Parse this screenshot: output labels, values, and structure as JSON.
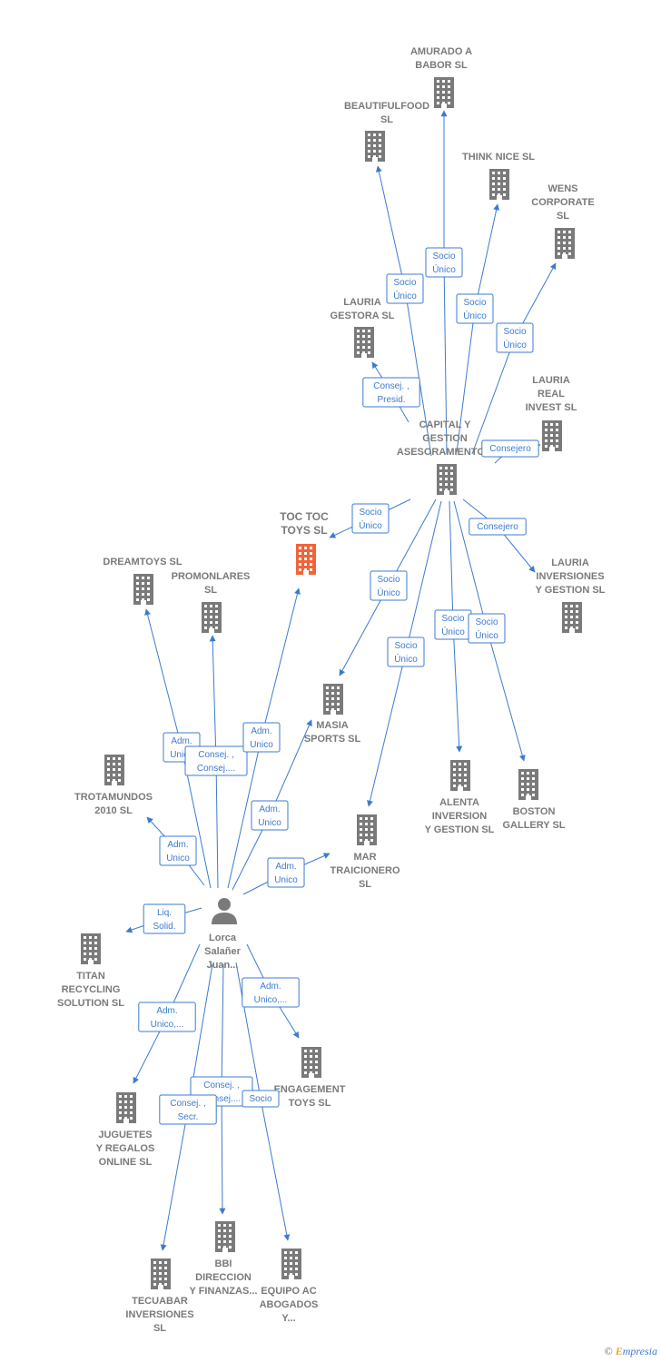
{
  "nodes": [
    {
      "id": "amurado",
      "type": "company",
      "label": [
        "AMURADO A",
        "BABOR  SL"
      ]
    },
    {
      "id": "beautifulfood",
      "type": "company",
      "label": [
        "BEAUTIFULFOOD",
        "SL"
      ]
    },
    {
      "id": "thinknice",
      "type": "company",
      "label": [
        "THINK NICE  SL"
      ]
    },
    {
      "id": "wens",
      "type": "company",
      "label": [
        "WENS",
        "CORPORATE",
        "SL"
      ]
    },
    {
      "id": "lauriagestora",
      "type": "company",
      "label": [
        "LAURIA",
        "GESTORA  SL"
      ]
    },
    {
      "id": "lauriareal",
      "type": "company",
      "label": [
        "LAURIA",
        "REAL",
        "INVEST  SL"
      ]
    },
    {
      "id": "capital",
      "type": "company",
      "label": [
        "CAPITAL Y",
        "GESTION",
        "ASESORAMIENTO..."
      ]
    },
    {
      "id": "toctoc",
      "type": "company",
      "focus": true,
      "label": [
        "TOC TOC",
        "TOYS  SL"
      ]
    },
    {
      "id": "dreamtoys",
      "type": "company",
      "label": [
        "DREAMTOYS SL"
      ]
    },
    {
      "id": "promonlares",
      "type": "company",
      "label": [
        "PROMONLARES",
        "SL"
      ]
    },
    {
      "id": "lauriainv",
      "type": "company",
      "label": [
        "LAURIA",
        "INVERSIONES",
        "Y GESTION  SL"
      ]
    },
    {
      "id": "masia",
      "type": "company",
      "label": [
        "MASIA",
        "SPORTS  SL"
      ]
    },
    {
      "id": "trotamundos",
      "type": "company",
      "label": [
        "TROTAMUNDOS",
        "2010 SL"
      ]
    },
    {
      "id": "alenta",
      "type": "company",
      "label": [
        "ALENTA",
        "INVERSION",
        "Y GESTION  SL"
      ]
    },
    {
      "id": "boston",
      "type": "company",
      "label": [
        "BOSTON",
        "GALLERY  SL"
      ]
    },
    {
      "id": "mar",
      "type": "company",
      "label": [
        "MAR",
        "TRAICIONERO",
        "SL"
      ]
    },
    {
      "id": "lorca",
      "type": "person",
      "label": [
        "Lorca",
        "Salañer",
        "Juan..."
      ]
    },
    {
      "id": "titan",
      "type": "company",
      "label": [
        "TITAN",
        "RECYCLING",
        "SOLUTION  SL"
      ]
    },
    {
      "id": "engagement",
      "type": "company",
      "label": [
        "ENGAGEMENT",
        "TOYS  SL"
      ]
    },
    {
      "id": "juguetes",
      "type": "company",
      "label": [
        "JUGUETES",
        "Y REGALOS",
        "ONLINE  SL"
      ]
    },
    {
      "id": "bbi",
      "type": "company",
      "label": [
        "BBI",
        "DIRECCION",
        "Y FINANZAS..."
      ]
    },
    {
      "id": "equipo",
      "type": "company",
      "label": [
        "EQUIPO AC",
        "ABOGADOS",
        "Y..."
      ]
    },
    {
      "id": "tecuabar",
      "type": "company",
      "label": [
        "TECUABAR",
        "INVERSIONES",
        "SL"
      ]
    }
  ],
  "edges": [
    {
      "from": "capital",
      "to": "amurado",
      "label": [
        "Socio",
        "Único"
      ]
    },
    {
      "from": "capital",
      "to": "beautifulfood",
      "label": [
        "Socio",
        "Único"
      ]
    },
    {
      "from": "capital",
      "to": "thinknice",
      "label": [
        "Socio",
        "Único"
      ]
    },
    {
      "from": "capital",
      "to": "wens",
      "label": [
        "Socio",
        "Único"
      ]
    },
    {
      "from": "capital",
      "to": "lauriagestora",
      "label": [
        "Consej. ,",
        "Presid."
      ]
    },
    {
      "from": "capital",
      "to": "lauriareal",
      "label": [
        "Consejero"
      ]
    },
    {
      "from": "capital",
      "to": "toctoc",
      "label": [
        "Socio",
        "Único"
      ]
    },
    {
      "from": "capital",
      "to": "lauriainv",
      "label": [
        "Consejero"
      ]
    },
    {
      "from": "capital",
      "to": "masia",
      "label": [
        "Socio",
        "Único"
      ]
    },
    {
      "from": "capital",
      "to": "mar",
      "label": [
        "Socio",
        "Único"
      ]
    },
    {
      "from": "capital",
      "to": "alenta",
      "label": [
        "Socio",
        "Único"
      ]
    },
    {
      "from": "capital",
      "to": "boston",
      "label": [
        "Socio",
        "Único"
      ]
    },
    {
      "from": "lorca",
      "to": "dreamtoys",
      "label": [
        "Adm.",
        "Unico"
      ]
    },
    {
      "from": "lorca",
      "to": "promonlares",
      "label": [
        "Consej. ,",
        "Consej...."
      ]
    },
    {
      "from": "lorca",
      "to": "toctoc",
      "label": [
        "Adm.",
        "Unico"
      ]
    },
    {
      "from": "lorca",
      "to": "masia",
      "label": [
        "Adm.",
        "Unico"
      ]
    },
    {
      "from": "lorca",
      "to": "trotamundos",
      "label": [
        "Adm.",
        "Unico"
      ]
    },
    {
      "from": "lorca",
      "to": "mar",
      "label": [
        "Adm.",
        "Unico"
      ]
    },
    {
      "from": "lorca",
      "to": "titan",
      "label": [
        "Liq.",
        "Solid."
      ]
    },
    {
      "from": "lorca",
      "to": "engagement",
      "label": [
        "Adm.",
        "Unico,..."
      ]
    },
    {
      "from": "lorca",
      "to": "juguetes",
      "label": [
        "Adm.",
        "Unico,..."
      ]
    },
    {
      "from": "lorca",
      "to": "bbi",
      "label": [
        "Consej. ,",
        "Consej...."
      ]
    },
    {
      "from": "lorca",
      "to": "equipo",
      "label": [
        "Socio"
      ]
    },
    {
      "from": "lorca",
      "to": "tecuabar",
      "label": [
        "Consej. ,",
        "Secr."
      ]
    }
  ],
  "footer": {
    "copyright": "©",
    "brand_initial": "E",
    "brand_rest": "mpresia"
  },
  "colors": {
    "edge": "#3c7bd0",
    "building": "#7a7a7a",
    "focus": "#f0643a",
    "label": "#7a7a7a"
  }
}
